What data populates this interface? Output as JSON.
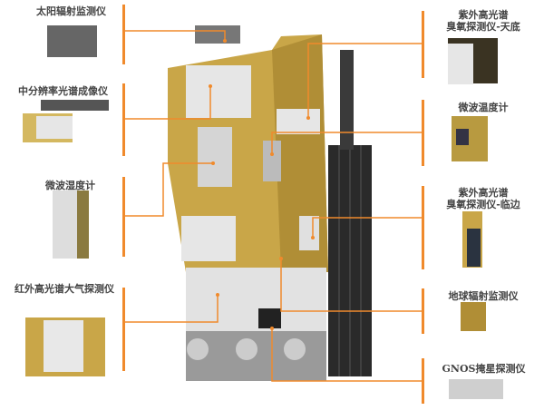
{
  "title": "卫星载荷布局示意图",
  "left_labels": [
    {
      "text": "太阳辐射监测仪"
    },
    {
      "text": "中分辨率光谱成像仪"
    },
    {
      "text": "微波湿度计"
    },
    {
      "text": "红外高光谱大气探测仪"
    }
  ],
  "right_labels": [
    {
      "line1": "紫外高光谱",
      "line2": "臭氧探测仪-天底"
    },
    {
      "line1": "微波温度计",
      "line2": ""
    },
    {
      "line1": "紫外高光谱",
      "line2": "臭氧探测仪-临边"
    },
    {
      "line1": "地球辐射监测仪",
      "line2": ""
    },
    {
      "line1": "GNOS掩星探测仪",
      "line2": ""
    }
  ],
  "colors": {
    "accent": "#f08a2c",
    "gold": "#c9a648",
    "panel": "#dcdcdc"
  }
}
